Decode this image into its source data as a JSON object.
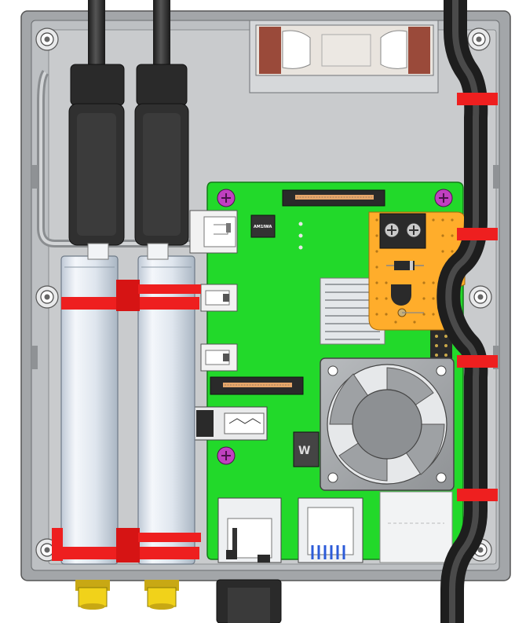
{
  "view": {
    "subject": "enclosure-assembly-top-view"
  },
  "components": {
    "ic_marking": "AM1IWA",
    "chip_logo": "W"
  },
  "colors": {
    "enclosure_outer": "#a3a6a9",
    "enclosure_inner": "#c7c9cb",
    "pcb_green": "#22d92a",
    "cable": "#2a2a2a",
    "cable_highlight": "#4a4a4a",
    "battery_body": "#e6ecf3",
    "battery_edge": "#9aa7b3",
    "strap_red": "#ee1f1f",
    "perfboard_orange": "#ffad2b",
    "fan_body": "#a4a7aa",
    "fan_dark": "#6d7073",
    "screw_magenta": "#c040c0",
    "rf_connector_yellow": "#f1d21a",
    "usb_blue": "#2c5bd8",
    "heatsink": "#e4e7ea"
  }
}
